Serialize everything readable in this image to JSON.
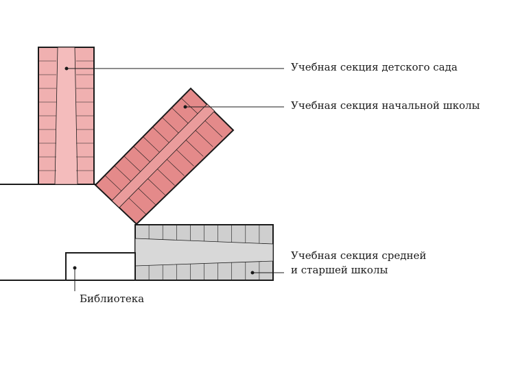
{
  "labels": {
    "kindergarten": "Учебная секция детского сада",
    "primary": "Учебная секция начальной школы",
    "secondary_line1": "Учебная секция средней",
    "secondary_line2": "и старшей школы",
    "library": "Библиотека"
  },
  "colors": {
    "kindergarten_fill": "#f0b0b0",
    "kindergarten_corridor": "#f4bcbc",
    "primary_fill": "#e48a8a",
    "primary_corridor": "#ea9c9c",
    "secondary_fill": "#cfcfcf",
    "secondary_corridor": "#d8d8d8",
    "library_fill": "#ffffff",
    "line": "#1a1a1a"
  }
}
